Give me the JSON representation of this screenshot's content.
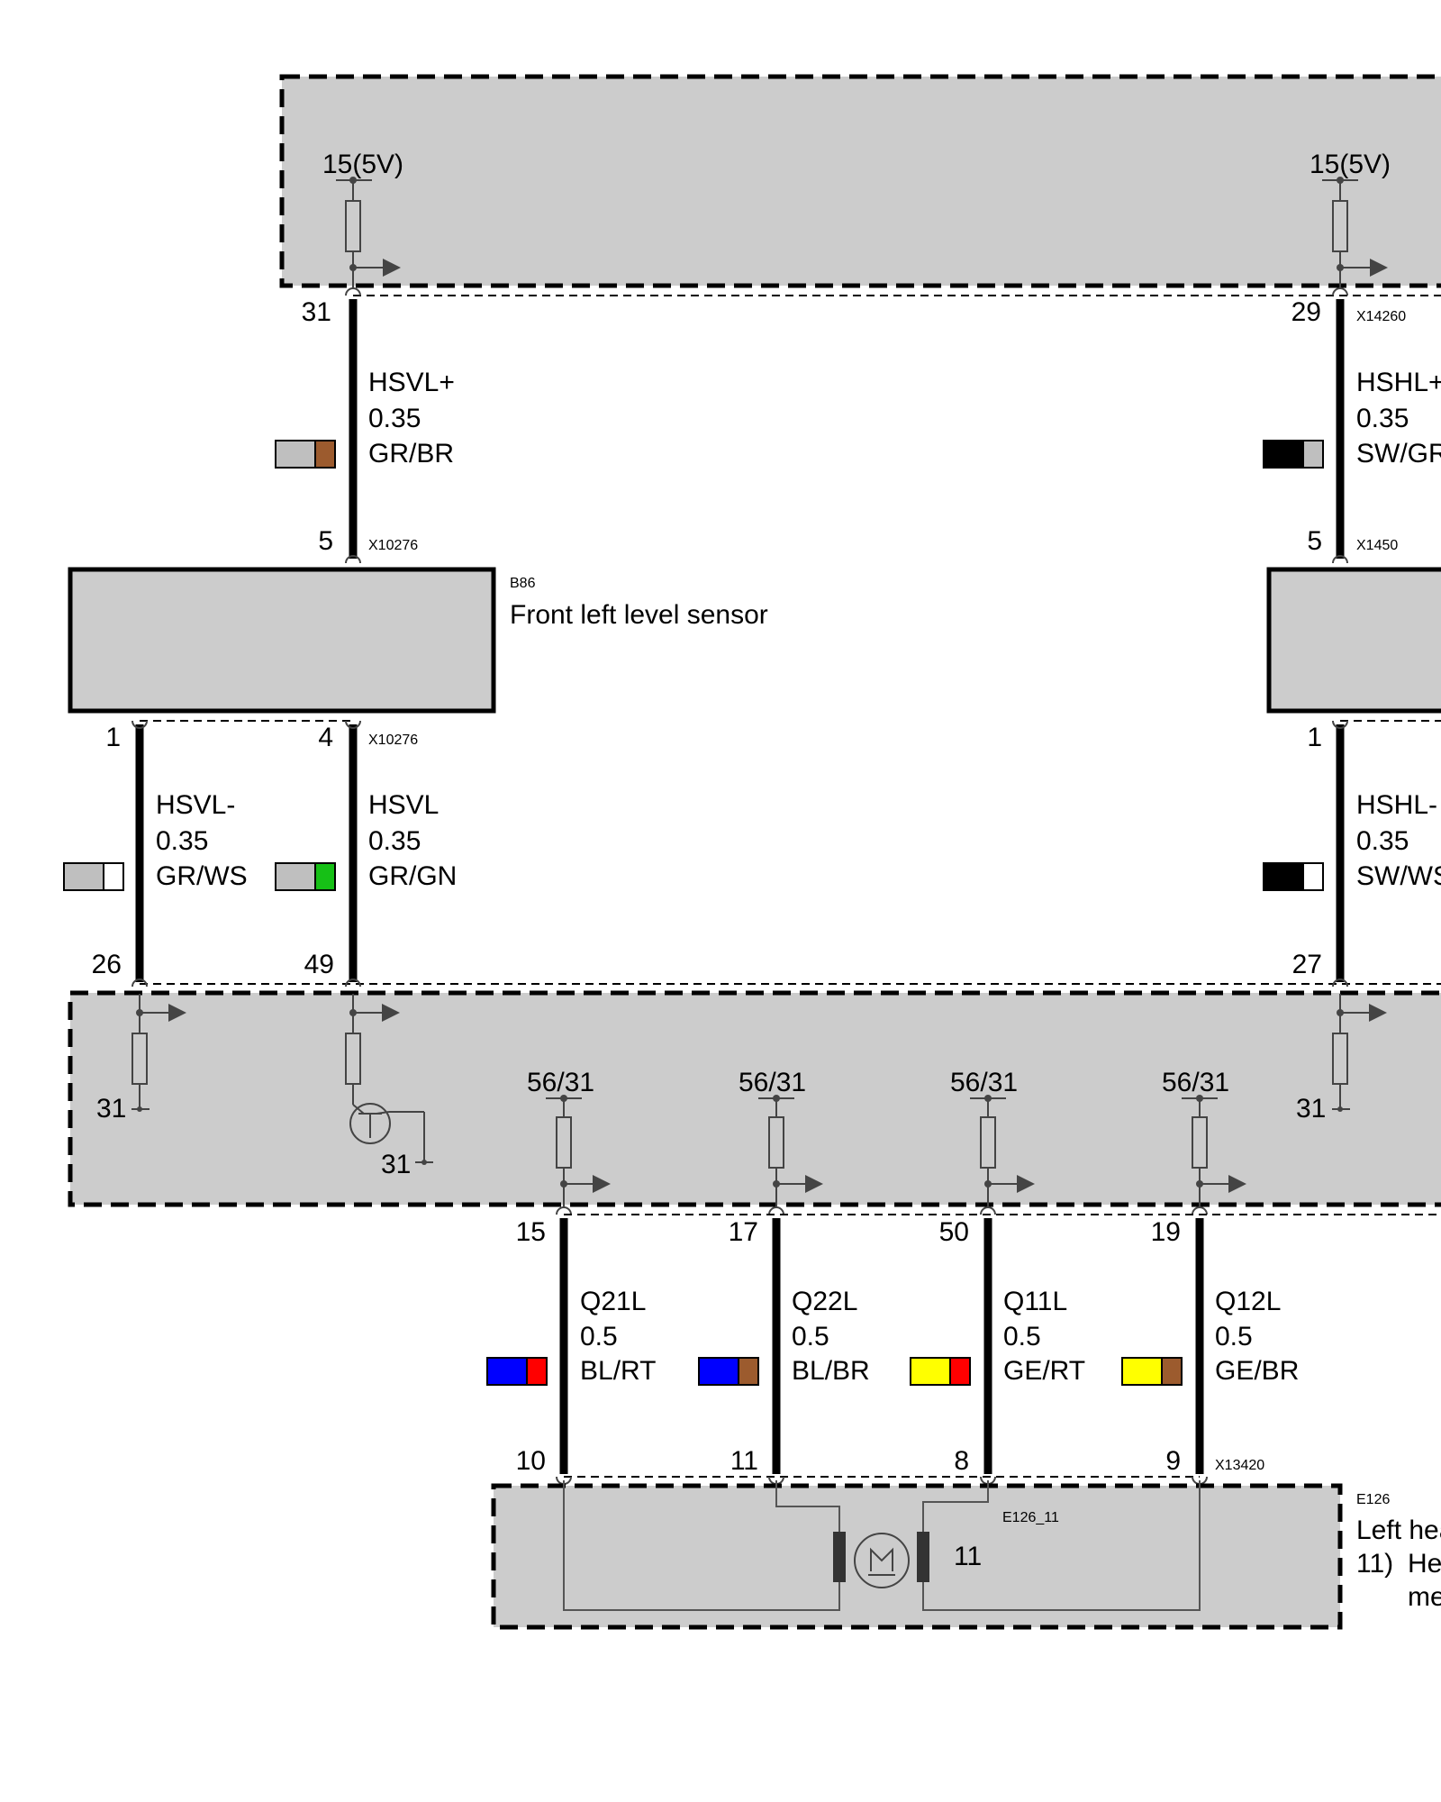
{
  "colors": {
    "GR": "#bfbfbf",
    "BR": "#9c5b2e",
    "SW": "#000000",
    "WS": "#ffffff",
    "GN": "#16c016",
    "BL": "#0000ff",
    "RT": "#ff0000",
    "GE": "#ffff00",
    "box_fill": "#cccccc"
  },
  "supply": {
    "label": "15(5V)",
    "ground": "31",
    "pwm_supply": "56/31"
  },
  "connectors": {
    "upper_left": "X10276",
    "mid_left": "X10276",
    "upper_right": "X14260",
    "mid_right": "X1450",
    "lower": "X13420"
  },
  "components": {
    "b86": {
      "id": "B86",
      "name": "Front left level sensor"
    },
    "e126": {
      "id": "E126",
      "name_partial": "Left hea",
      "note_number": "11)",
      "note_partial_1": "He",
      "note_partial_2": "me",
      "sub_id": "E126_11",
      "motor_label": "11"
    }
  },
  "wires_top": [
    {
      "pin_top": "31",
      "pin_bottom": "5",
      "signal": "HSVL+",
      "gauge": "0.35",
      "color_code": "GR/BR",
      "c1": "GR",
      "c2": "BR"
    },
    {
      "pin_top": "29",
      "pin_bottom": "5",
      "signal": "HSHL+",
      "gauge": "0.35",
      "color_code": "SW/GR",
      "c1": "SW",
      "c2": "GR"
    }
  ],
  "wires_mid": [
    {
      "pin_top": "1",
      "pin_bottom": "26",
      "signal": "HSVL-",
      "gauge": "0.35",
      "color_code": "GR/WS",
      "c1": "GR",
      "c2": "WS"
    },
    {
      "pin_top": "4",
      "pin_bottom": "49",
      "signal": "HSVL",
      "gauge": "0.35",
      "color_code": "GR/GN",
      "c1": "GR",
      "c2": "GN"
    },
    {
      "pin_top": "1",
      "pin_bottom": "27",
      "signal": "HSHL-",
      "gauge": "0.35",
      "color_code": "SW/WS",
      "c1": "SW",
      "c2": "WS"
    }
  ],
  "wires_bottom": [
    {
      "pin_top": "15",
      "pin_bottom": "10",
      "signal": "Q21L",
      "gauge": "0.5",
      "color_code": "BL/RT",
      "c1": "BL",
      "c2": "RT"
    },
    {
      "pin_top": "17",
      "pin_bottom": "11",
      "signal": "Q22L",
      "gauge": "0.5",
      "color_code": "BL/BR",
      "c1": "BL",
      "c2": "BR"
    },
    {
      "pin_top": "50",
      "pin_bottom": "8",
      "signal": "Q11L",
      "gauge": "0.5",
      "color_code": "GE/RT",
      "c1": "GE",
      "c2": "RT"
    },
    {
      "pin_top": "19",
      "pin_bottom": "9",
      "signal": "Q12L",
      "gauge": "0.5",
      "color_code": "GE/BR",
      "c1": "GE",
      "c2": "BR"
    }
  ]
}
